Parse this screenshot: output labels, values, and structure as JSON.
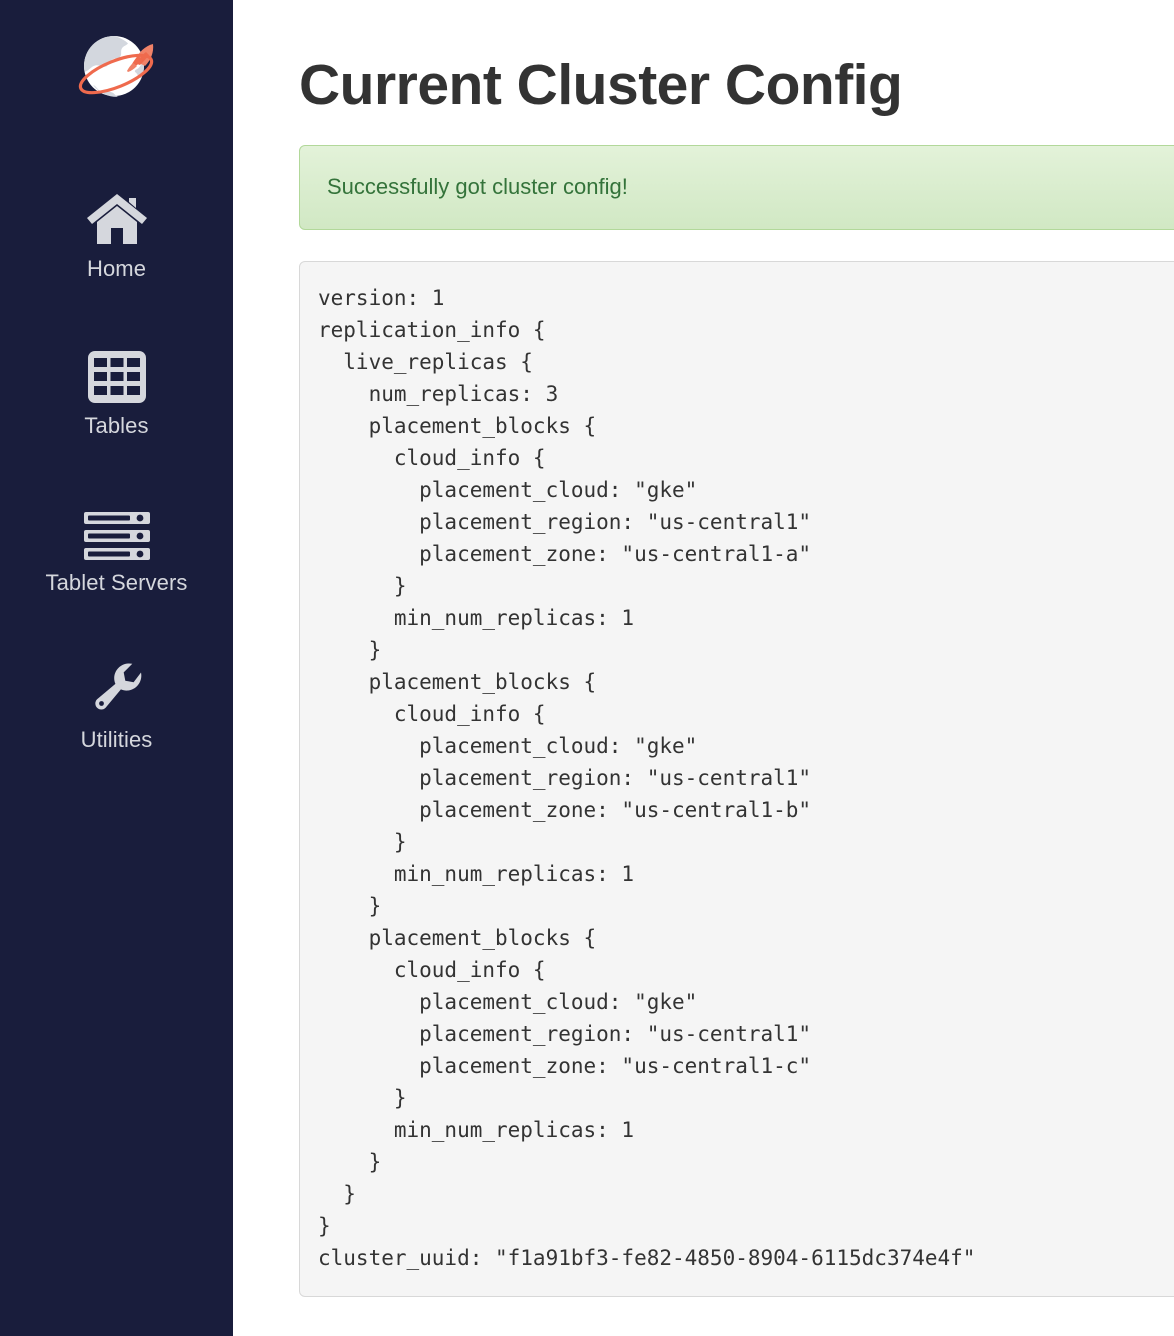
{
  "sidebar": {
    "logo": {
      "icon": "yugabyte-rocket-globe-logo",
      "accent": "#ef6a4d"
    },
    "background": "#191d3c",
    "items": [
      {
        "label": "Home",
        "icon": "home-icon"
      },
      {
        "label": "Tables",
        "icon": "table-grid-icon"
      },
      {
        "label": "Tablet Servers",
        "icon": "servers-icon"
      },
      {
        "label": "Utilities",
        "icon": "wrench-icon"
      }
    ]
  },
  "main": {
    "title": "Current Cluster Config",
    "alert": {
      "message": "Successfully got cluster config!",
      "type": "success",
      "text_color": "#34733a",
      "background_color": "#d9edc8",
      "border_color": "#b2d89a"
    },
    "config_text": "version: 1\nreplication_info {\n  live_replicas {\n    num_replicas: 3\n    placement_blocks {\n      cloud_info {\n        placement_cloud: \"gke\"\n        placement_region: \"us-central1\"\n        placement_zone: \"us-central1-a\"\n      }\n      min_num_replicas: 1\n    }\n    placement_blocks {\n      cloud_info {\n        placement_cloud: \"gke\"\n        placement_region: \"us-central1\"\n        placement_zone: \"us-central1-b\"\n      }\n      min_num_replicas: 1\n    }\n    placement_blocks {\n      cloud_info {\n        placement_cloud: \"gke\"\n        placement_region: \"us-central1\"\n        placement_zone: \"us-central1-c\"\n      }\n      min_num_replicas: 1\n    }\n  }\n}\ncluster_uuid: \"f1a91bf3-fe82-4850-8904-6115dc374e4f\"",
    "config_values": {
      "version": 1,
      "num_replicas": 3,
      "cluster_uuid": "f1a91bf3-fe82-4850-8904-6115dc374e4f",
      "placement_blocks": [
        {
          "placement_cloud": "gke",
          "placement_region": "us-central1",
          "placement_zone": "us-central1-a",
          "min_num_replicas": 1
        },
        {
          "placement_cloud": "gke",
          "placement_region": "us-central1",
          "placement_zone": "us-central1-b",
          "min_num_replicas": 1
        },
        {
          "placement_cloud": "gke",
          "placement_region": "us-central1",
          "placement_zone": "us-central1-c",
          "min_num_replicas": 1
        }
      ]
    }
  }
}
